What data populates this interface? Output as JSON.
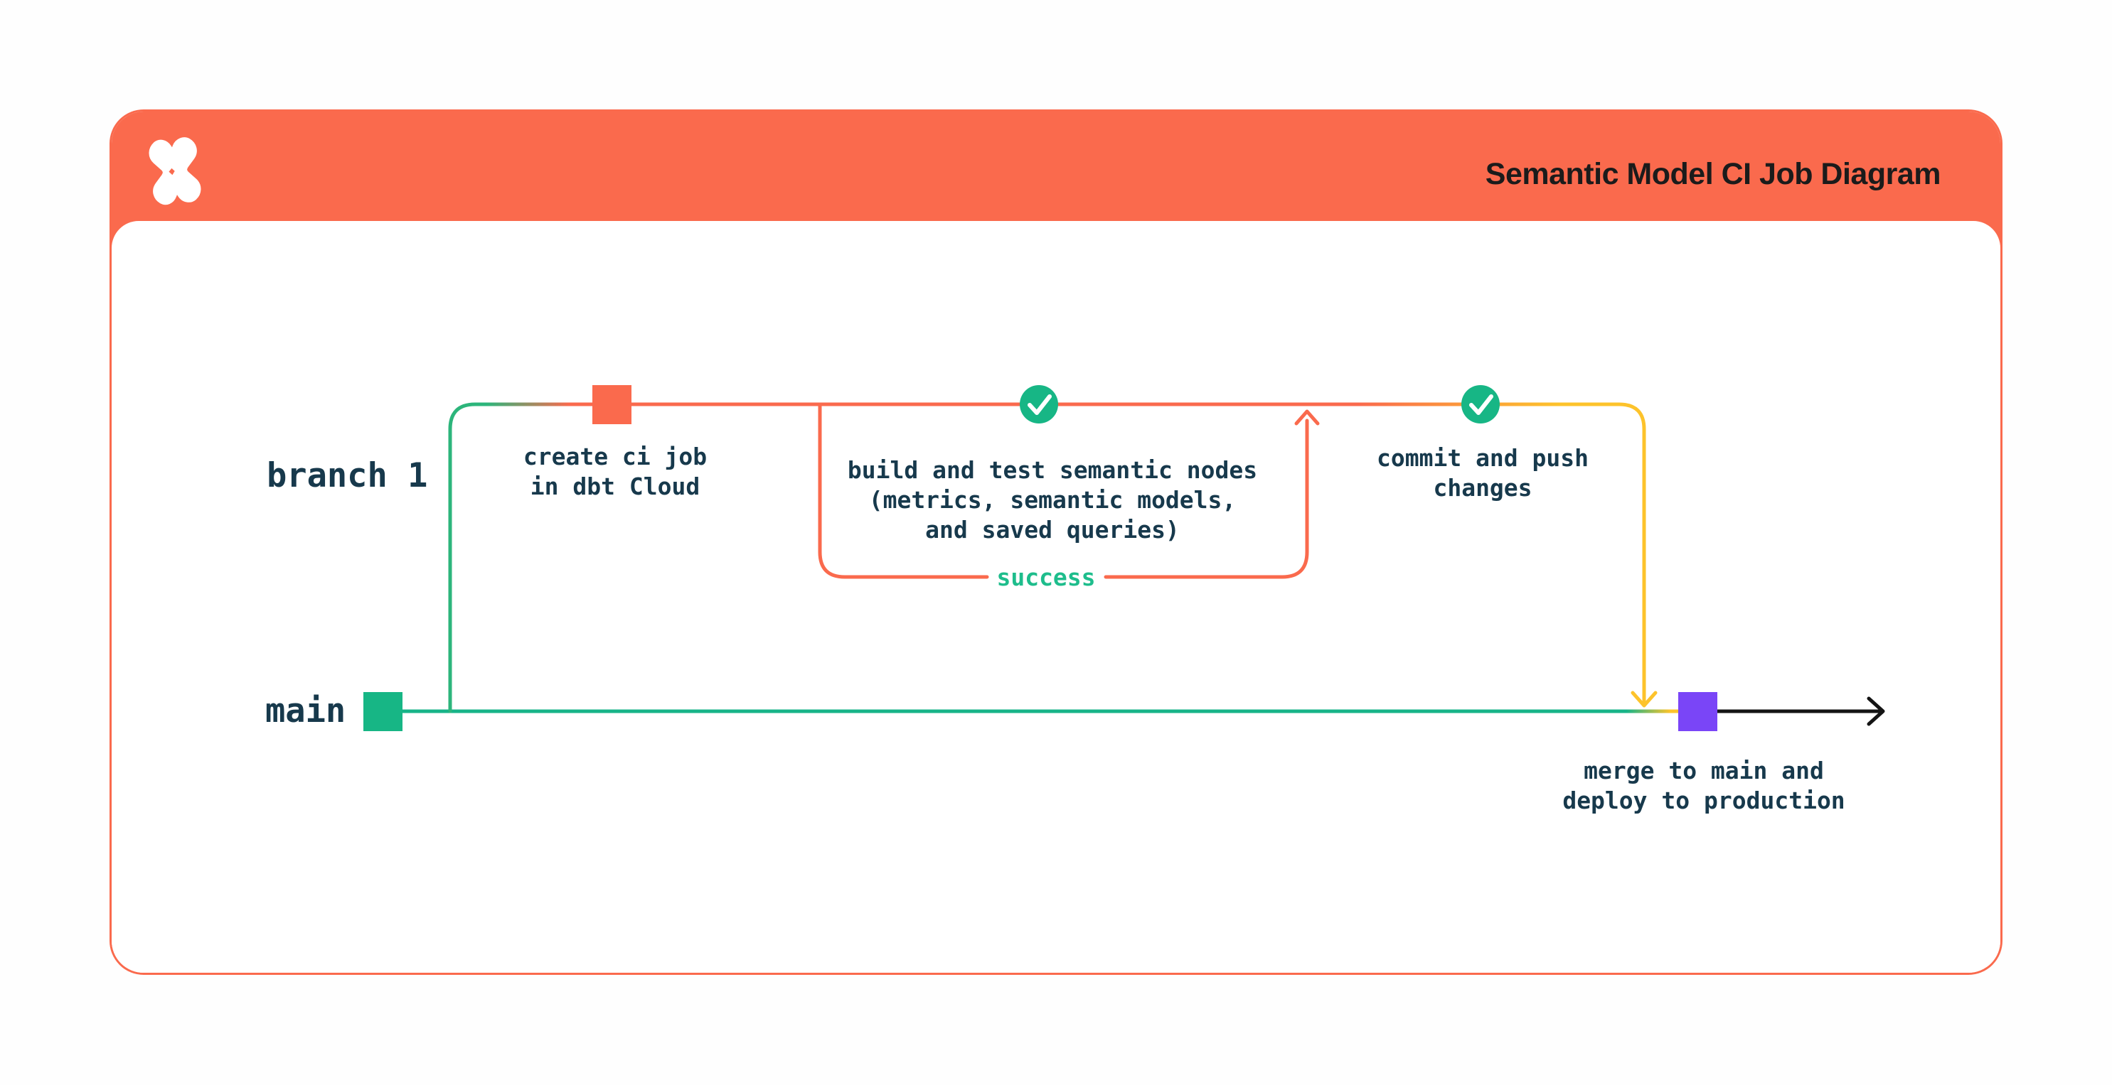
{
  "header": {
    "title": "Semantic Model CI Job Diagram",
    "logo": "dbt-logo",
    "background": "#FA6A4D"
  },
  "diagram": {
    "branches": [
      {
        "id": "branch-1",
        "label": "branch 1"
      },
      {
        "id": "main",
        "label": "main"
      }
    ],
    "nodes": [
      {
        "id": "create-ci-job",
        "marker": "square",
        "color": "#FA6A4D",
        "label": "create ci job\nin dbt Cloud"
      },
      {
        "id": "build-and-test",
        "marker": "check-circle",
        "color": "#17B685",
        "label": "build and test semantic nodes\n(metrics, semantic models,\nand saved queries)"
      },
      {
        "id": "commit-and-push",
        "marker": "check-circle",
        "color": "#17B685",
        "label": "commit and push\nchanges"
      },
      {
        "id": "merge-to-main",
        "marker": "square",
        "color": "#7A45F7",
        "label": "merge to main and\ndeploy to production"
      },
      {
        "id": "main-start",
        "marker": "square",
        "color": "#17B685",
        "label": ""
      }
    ],
    "loop": {
      "label": "success",
      "color": "#FA6A4D",
      "label_color": "#1EBD8C"
    }
  },
  "colors": {
    "orange": "#FA6A4D",
    "teal_green": "#17B685",
    "line_green": "#2CB57B",
    "yellow": "#FDC32B",
    "purple": "#7A45F7",
    "text_dark": "#17394C",
    "success_green": "#1EBD8C",
    "title_black": "#1B1B1B",
    "page_background": "#fefefe"
  }
}
